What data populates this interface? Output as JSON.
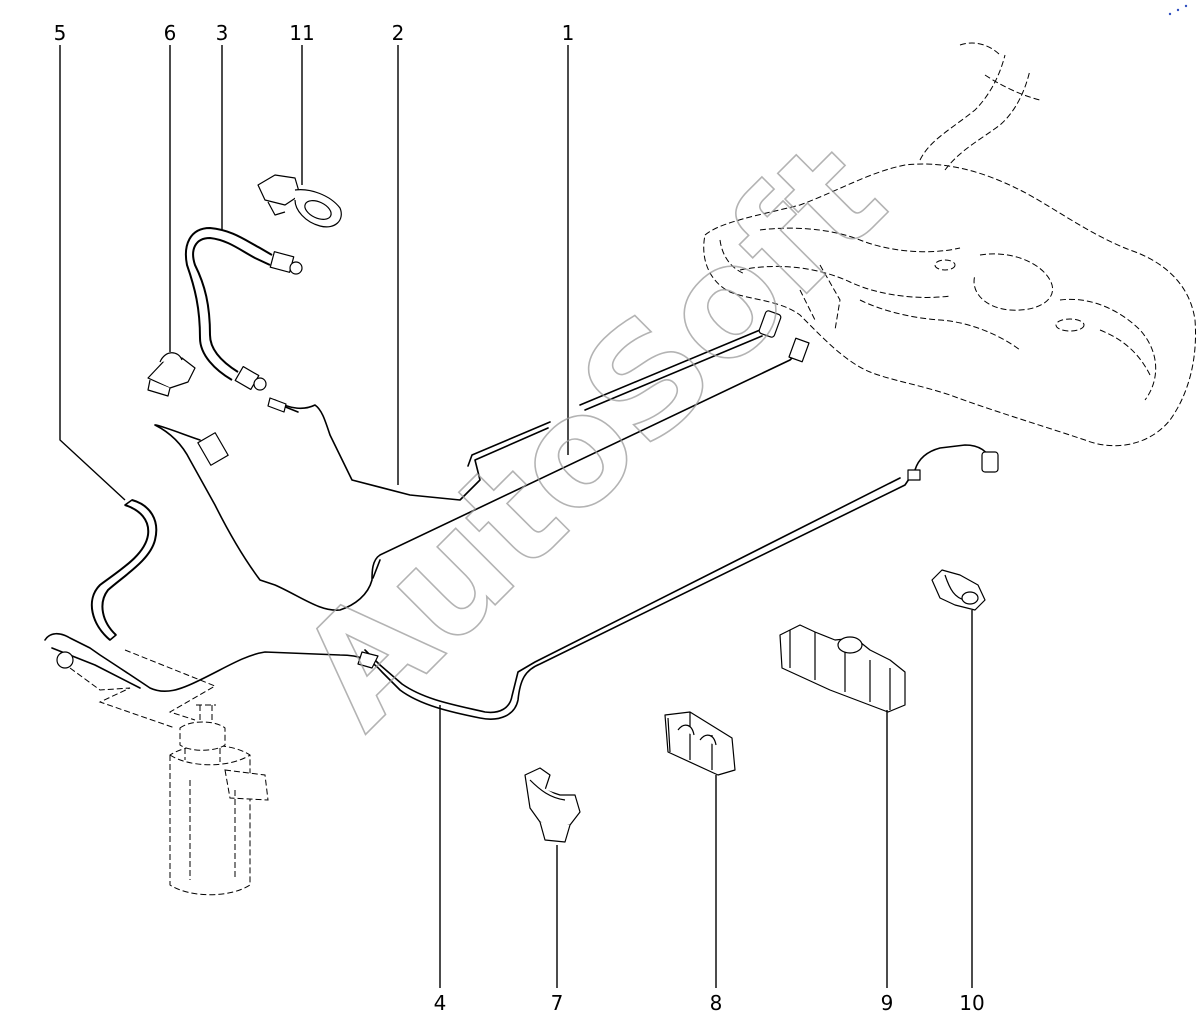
{
  "watermark": "AutoSoft",
  "callouts": {
    "c1": "1",
    "c2": "2",
    "c3": "3",
    "c4": "4",
    "c5": "5",
    "c6": "6",
    "c7": "7",
    "c8": "8",
    "c9": "9",
    "c10": "10",
    "c11": "11"
  }
}
